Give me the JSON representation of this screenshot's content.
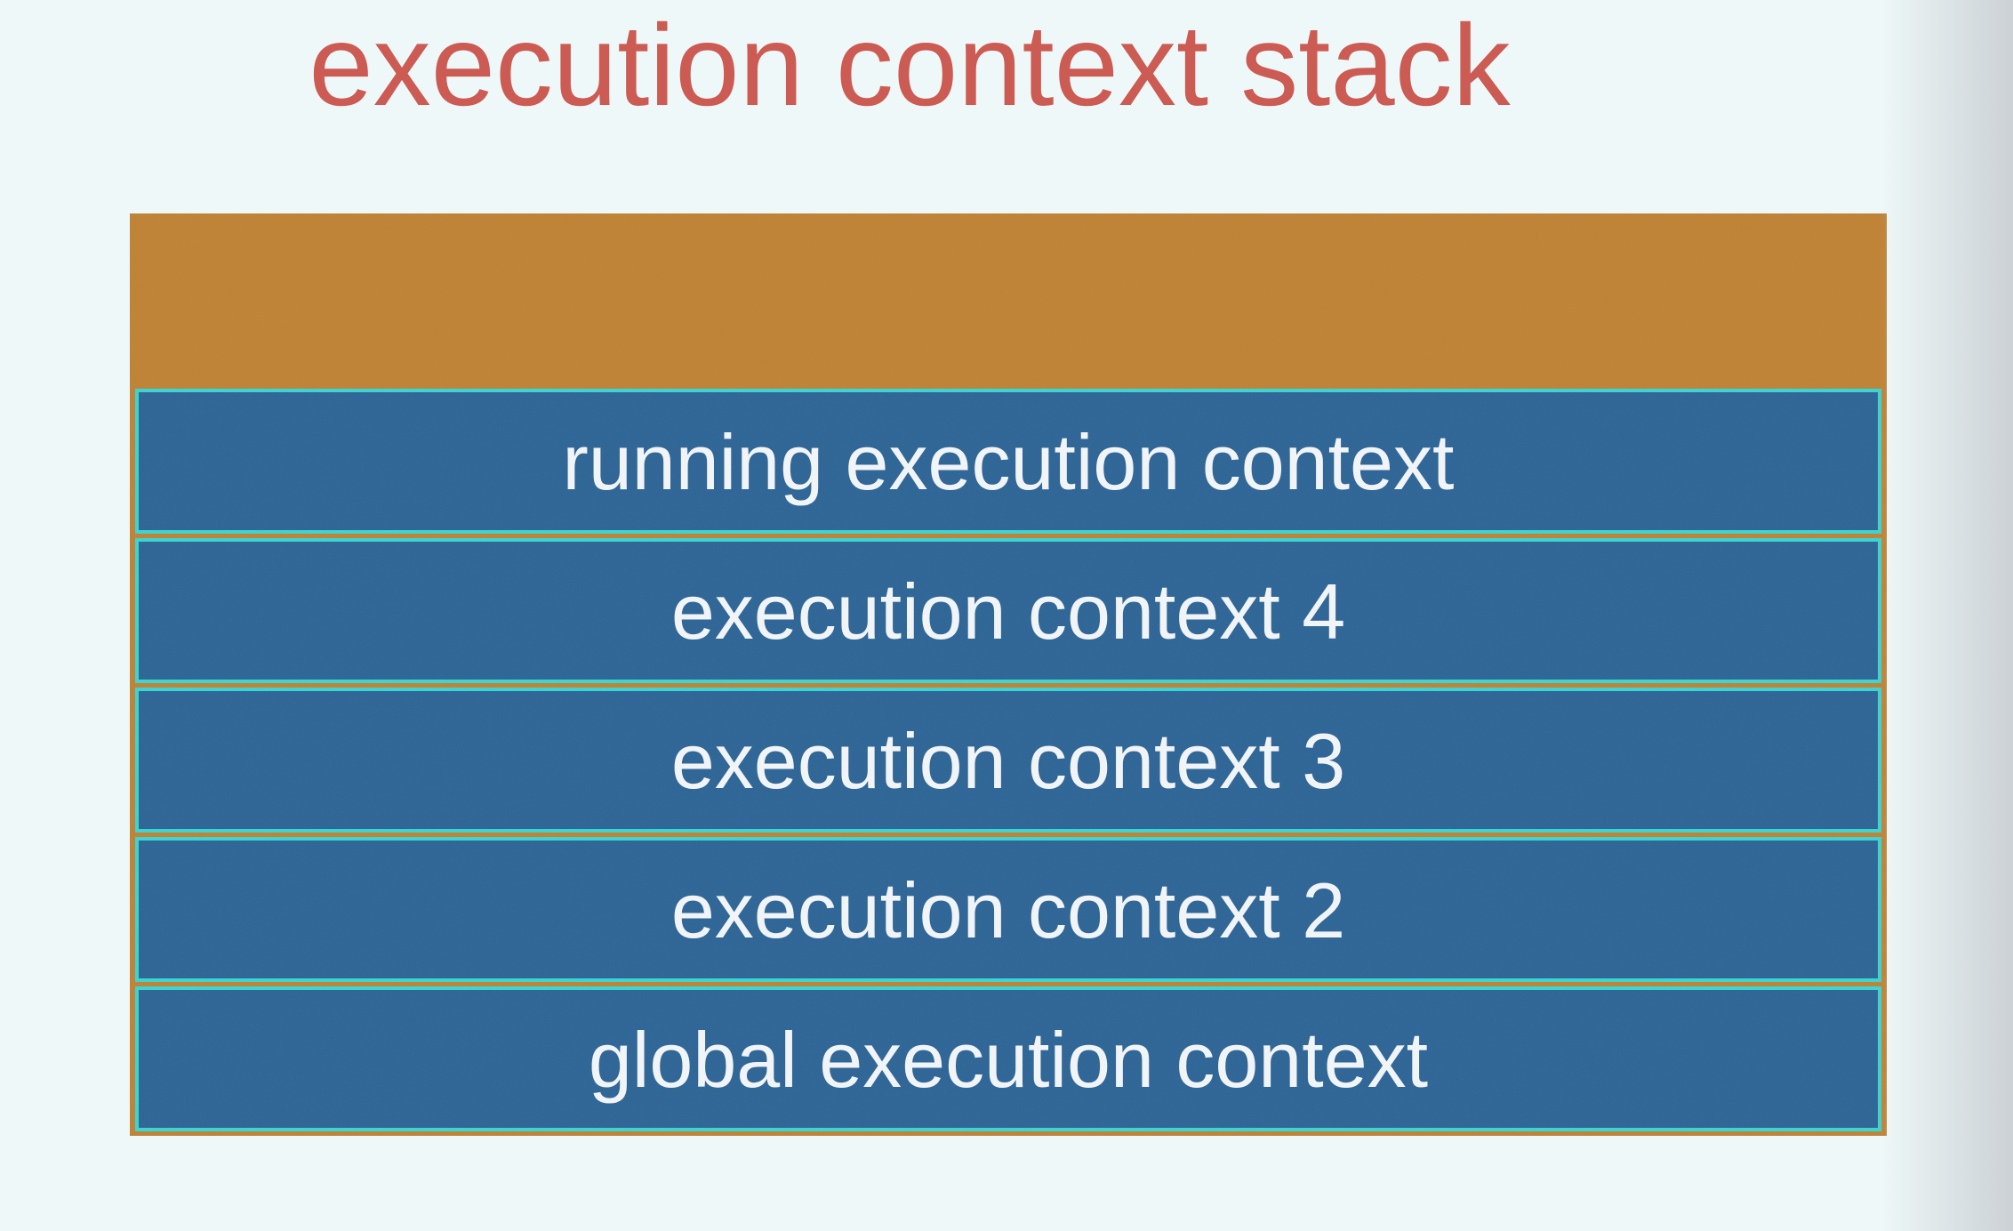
{
  "title": "execution context stack",
  "stack": {
    "rows": [
      {
        "label": "running execution context"
      },
      {
        "label": "execution context 4"
      },
      {
        "label": "execution context 3"
      },
      {
        "label": "execution context 2"
      },
      {
        "label": "global execution context"
      }
    ]
  },
  "colors": {
    "title_text": "#CC5B53",
    "stack_background": "#C08233",
    "row_background": "#2C6496",
    "row_border": "#38D5D3",
    "row_text": "#F3F7FA",
    "page_background": "#EFF8F9",
    "page_edge_shadow": "#CBD1D5"
  }
}
